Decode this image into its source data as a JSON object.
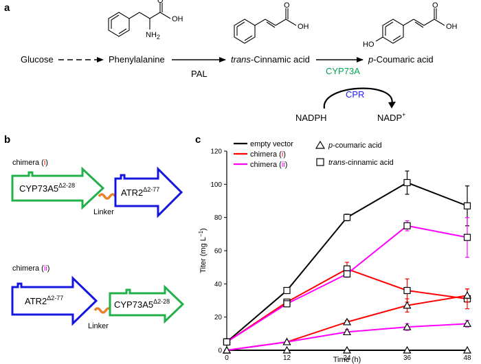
{
  "panels": {
    "a": {
      "label": "a",
      "glucose": "Glucose",
      "phenylalanine": "Phenylalanine",
      "cinnamic_italic": "trans",
      "cinnamic_rest": "-Cinnamic acid",
      "coumaric_italic": "p",
      "coumaric_rest": "-Coumaric acid",
      "enzyme_pal": "PAL",
      "enzyme_cyp": "CYP73A",
      "enzyme_cpr": "CPR",
      "nadph": "NADPH",
      "nadp": "NADP",
      "nadp_sup": "+",
      "oh": "OH",
      "nh2": "NH",
      "nh2_sub": "2",
      "o": "O",
      "ho": "HO",
      "colors": {
        "cyp": "#00a651",
        "cpr": "#1a1aff"
      }
    },
    "b": {
      "label": "b",
      "chimera_i_prefix": "chimera (",
      "chimera_i_num": "i",
      "chimera_ii_prefix": "chimera (",
      "chimera_ii_num": "ii",
      "close": ")",
      "cyp_name": "CYP73A5",
      "cyp_sup": "Δ2-28",
      "atr_name": "ATR2",
      "atr_sup": "Δ2-77",
      "linker": "Linker",
      "colors": {
        "cyp_box": "#22b04a",
        "atr_box": "#1515e0",
        "linker": "#e8822a",
        "num_i": "#ff0000",
        "num_ii": "#ff00ff"
      }
    },
    "c": {
      "label": "c"
    }
  },
  "chart_data": {
    "type": "line",
    "ylabel": "Titer (mg L",
    "ylabel_sup": "−1",
    "ylabel_close": ")",
    "xlabel": "Time (h)",
    "xlim": [
      0,
      48
    ],
    "ylim": [
      0,
      120
    ],
    "xticks": [
      0,
      12,
      24,
      36,
      48
    ],
    "yticks": [
      0,
      20,
      40,
      60,
      80,
      100,
      120
    ],
    "legend_series": [
      {
        "name": "empty vector",
        "color": "#000000"
      },
      {
        "name_prefix": "chimera (",
        "name_num": "i",
        "name_suffix": ")",
        "color": "#ff0000"
      },
      {
        "name_prefix": "chimera (",
        "name_num": "ii",
        "name_suffix": ")",
        "color": "#ff00ff"
      }
    ],
    "legend_markers": [
      {
        "italic": "p",
        "rest": "-coumaric acid",
        "marker": "triangle"
      },
      {
        "italic": "trans",
        "rest": "-cinnamic acid",
        "marker": "square"
      }
    ],
    "series": [
      {
        "series": "empty vector",
        "compound": "trans-cinnamic acid",
        "marker": "square",
        "color": "#000000",
        "x": [
          0,
          12,
          24,
          36,
          48
        ],
        "y": [
          5,
          36,
          80,
          101,
          87
        ],
        "err": [
          0,
          1.5,
          2,
          7,
          12
        ]
      },
      {
        "series": "empty vector",
        "compound": "p-coumaric acid",
        "marker": "triangle",
        "color": "#000000",
        "x": [
          0,
          12,
          24,
          36,
          48
        ],
        "y": [
          0,
          0,
          0,
          0,
          0
        ],
        "err": [
          0,
          0,
          0,
          0,
          0
        ]
      },
      {
        "series": "chimera (i)",
        "compound": "trans-cinnamic acid",
        "marker": "square",
        "color": "#ff0000",
        "x": [
          0,
          12,
          24,
          36,
          48
        ],
        "y": [
          5,
          29,
          49,
          36,
          31
        ],
        "err": [
          0,
          1,
          4,
          7,
          6
        ]
      },
      {
        "series": "chimera (i)",
        "compound": "p-coumaric acid",
        "marker": "triangle",
        "color": "#ff0000",
        "x": [
          0,
          12,
          24,
          36,
          48
        ],
        "y": [
          0,
          5,
          17,
          27,
          33
        ],
        "err": [
          0,
          0.5,
          1,
          4,
          4
        ]
      },
      {
        "series": "chimera (ii)",
        "compound": "trans-cinnamic acid",
        "marker": "square",
        "color": "#ff00ff",
        "x": [
          0,
          12,
          24,
          36,
          48
        ],
        "y": [
          5,
          28,
          46,
          75,
          68
        ],
        "err": [
          0,
          1,
          2,
          3,
          12
        ]
      },
      {
        "series": "chimera (ii)",
        "compound": "p-coumaric acid",
        "marker": "triangle",
        "color": "#ff00ff",
        "x": [
          0,
          12,
          24,
          36,
          48
        ],
        "y": [
          0,
          5,
          11,
          14,
          16
        ],
        "err": [
          0,
          0.5,
          1.5,
          2,
          2
        ]
      }
    ]
  }
}
